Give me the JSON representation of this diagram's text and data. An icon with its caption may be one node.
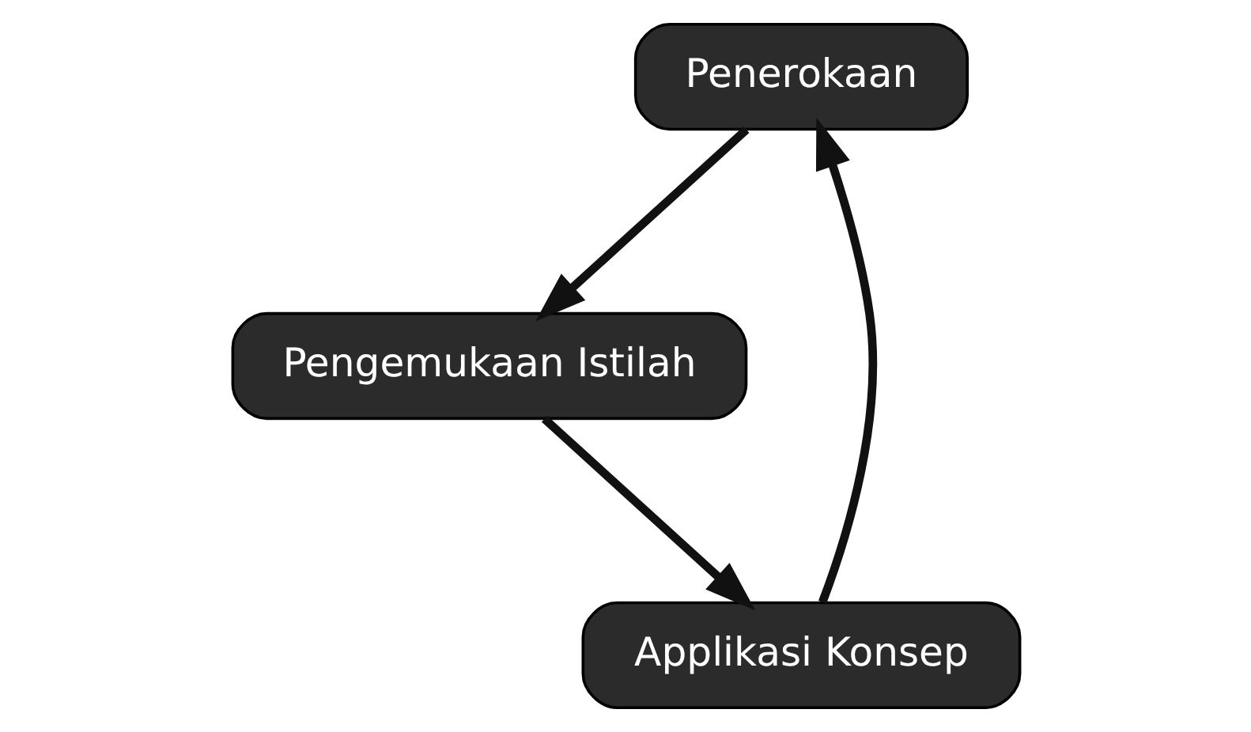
{
  "diagram": {
    "nodes": [
      {
        "text": [
          "Penerokaan"
        ]
      },
      {
        "text": [
          "Pengemukaan Istilah"
        ]
      },
      {
        "text": [
          "Applikasi Konsep"
        ]
      }
    ],
    "edges": [
      {
        "from": 0,
        "to": 1,
        "arrow": "to"
      },
      {
        "from": 1,
        "to": 2,
        "arrow": "to"
      },
      {
        "from": 2,
        "to": 0,
        "arrow": "to"
      }
    ]
  }
}
